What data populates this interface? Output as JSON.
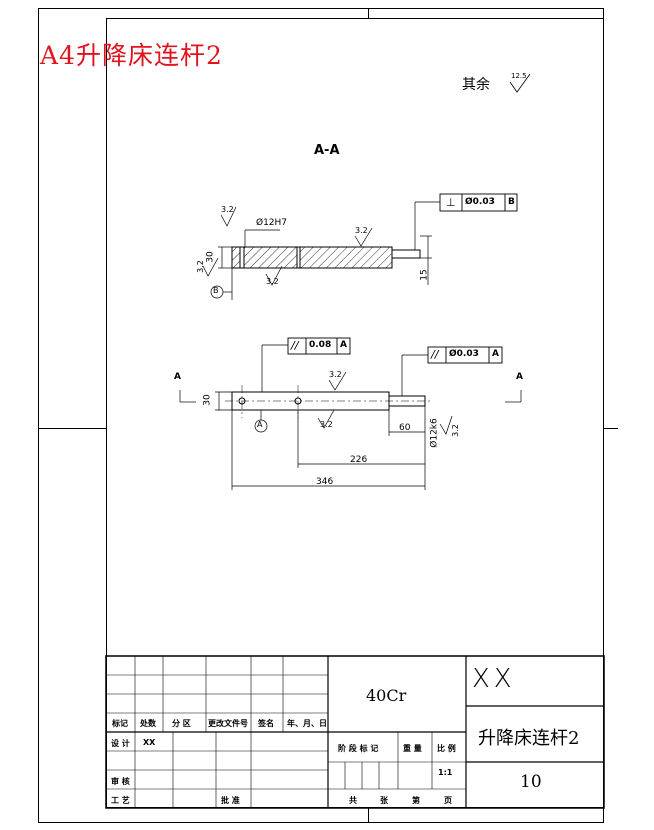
{
  "overlay_title": "A4升降床连杆2",
  "surface_note": {
    "label": "其余",
    "roughness": "12.5"
  },
  "section_label": "A-A",
  "section_view": {
    "bore_dim": "Ø12H7",
    "roughness_top_left": "3.2",
    "roughness_top_mid": "3.2",
    "roughness_left": "3.2",
    "roughness_bottom": "3.2",
    "height_dim": "30",
    "tip_dim": "15",
    "datum_label": "B",
    "fcf": {
      "symbol": "⊥",
      "value": "Ø0.03",
      "datum": "B"
    }
  },
  "main_view": {
    "fcf_parallel": {
      "symbol": "//",
      "value": "0.08",
      "datum": "A"
    },
    "fcf_parallel2": {
      "symbol": "//",
      "value": "Ø0.03",
      "datum": "A"
    },
    "roughness_top": "3.2",
    "roughness_bottom": "3.2",
    "roughness_right": "3.2",
    "height_dim": "30",
    "datum_label": "A",
    "section_arrow_left": "A",
    "section_arrow_right": "A",
    "dim_60": "60",
    "dim_226": "226",
    "dim_346": "346",
    "dim_dia": "Ø12k6"
  },
  "title_block": {
    "material": "40Cr",
    "company": "XX",
    "part_name": "升降床连杆2",
    "drawing_no": "10",
    "scale": "1:1",
    "headers": [
      "标记",
      "处数",
      "分 区",
      "更改文件号",
      "签名",
      "年、月、日"
    ],
    "design_label": "设 计",
    "design_value": "XX",
    "review_label": "审 核",
    "process_label": "工 艺",
    "approve_label": "批 准",
    "stage_headers": [
      "阶 段 标 记",
      "重 量",
      "比 例"
    ],
    "sheet_labels": [
      "共",
      "张",
      "第",
      "页"
    ]
  }
}
